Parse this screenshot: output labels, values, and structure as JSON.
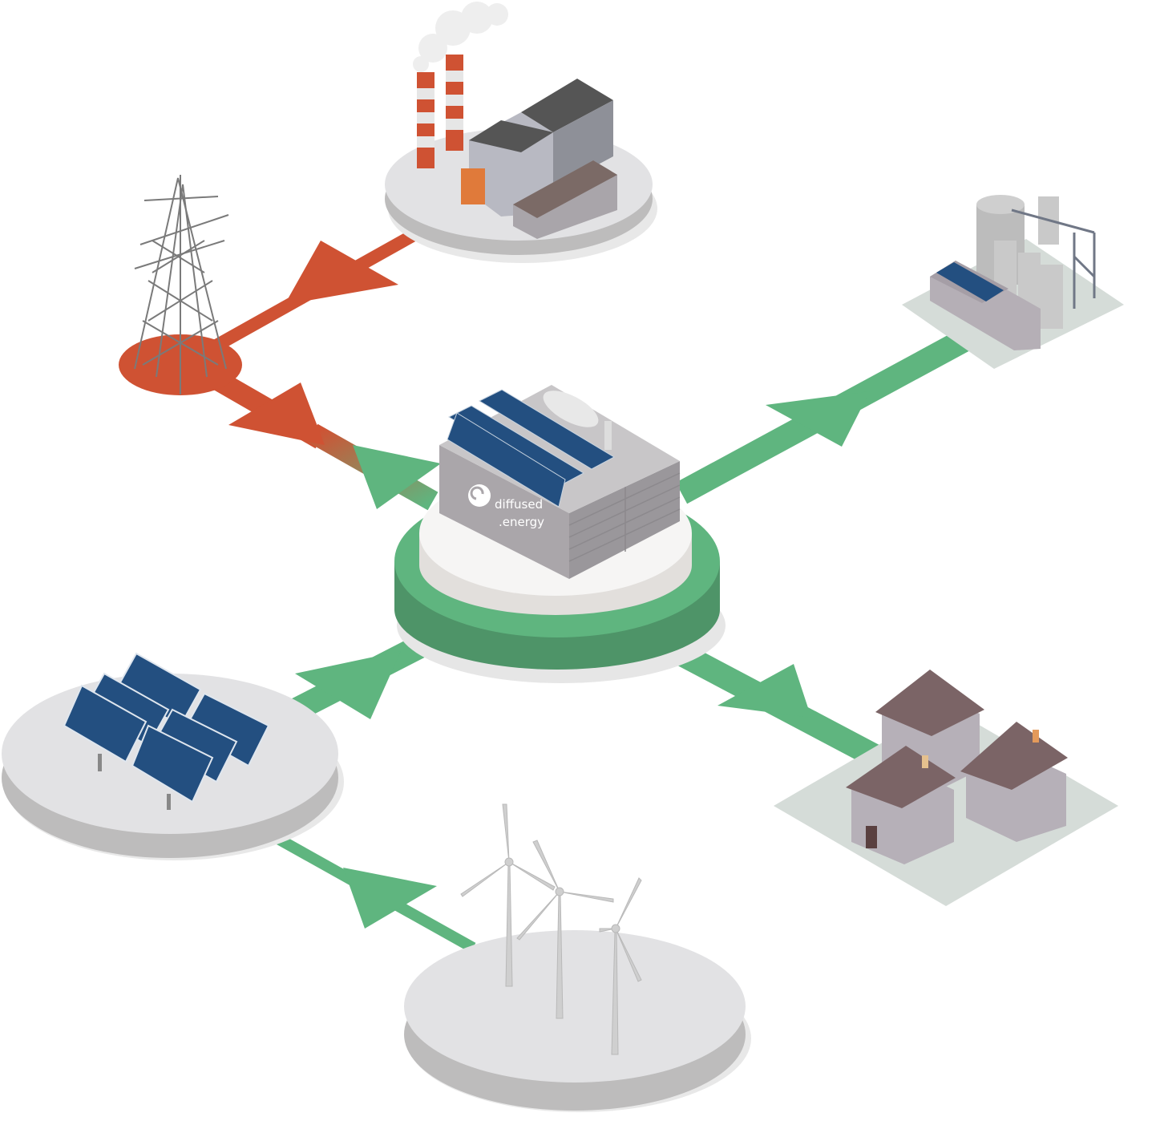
{
  "logo": {
    "line1": "diffused",
    "line2": ".energy"
  },
  "colors": {
    "fossil_flow": "#cf5233",
    "renewable_flow": "#5fb57f",
    "hub_ring": "#5fb57f",
    "hub_ring_dark": "#4e9468",
    "platform": "#e2e2e4",
    "platform_side": "#bdbcbc",
    "building": "#aaa6aa",
    "solar_panel": "#234f80"
  },
  "nodes": [
    {
      "id": "power-plant",
      "icon": "factory-smokestack-icon"
    },
    {
      "id": "grid",
      "icon": "transmission-pylon-icon"
    },
    {
      "id": "hub",
      "icon": "diffused-energy-building-icon"
    },
    {
      "id": "industry",
      "icon": "industrial-tanks-icon"
    },
    {
      "id": "homes",
      "icon": "houses-icon"
    },
    {
      "id": "solar-farm",
      "icon": "solar-panels-icon"
    },
    {
      "id": "wind-farm",
      "icon": "wind-turbines-icon"
    }
  ]
}
